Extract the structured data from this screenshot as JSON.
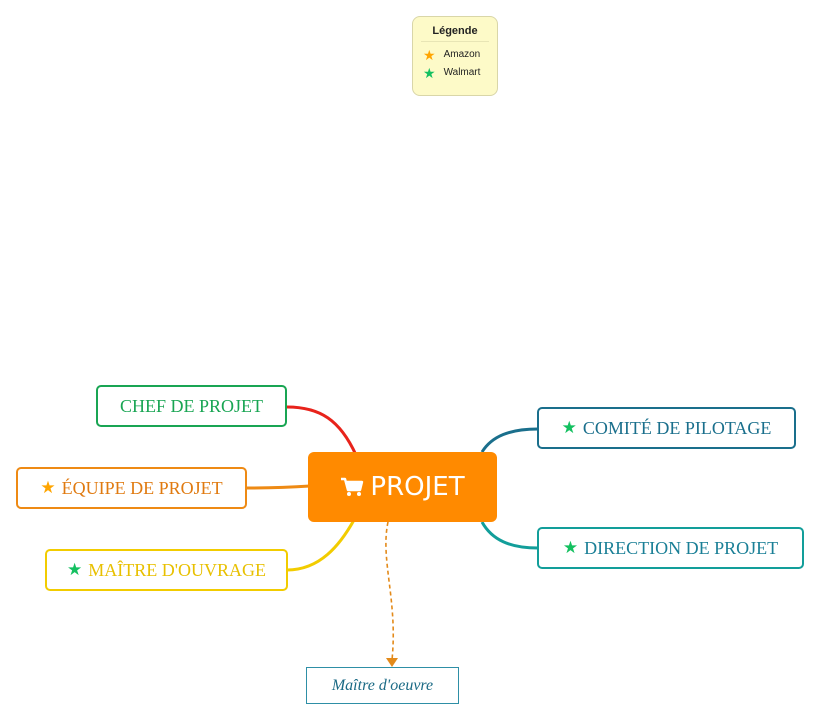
{
  "legend": {
    "title": "Légende",
    "items": [
      {
        "label": "Amazon",
        "color": "#ffa500",
        "icon": "star-icon"
      },
      {
        "label": "Walmart",
        "color": "#14c060",
        "icon": "star-icon"
      }
    ]
  },
  "center": {
    "label": "PROJET",
    "icon": "cart-icon",
    "color": "#ff8a00"
  },
  "topics": {
    "chef": {
      "label": "CHEF DE PROJET",
      "color": "#19a553"
    },
    "equipe": {
      "label": "ÉQUIPE DE PROJET",
      "color": "#ee8a14",
      "star_color": "#ffa500"
    },
    "maitre_ouvrage": {
      "label": "MAÎTRE D'OUVRAGE",
      "color": "#f2cc00",
      "star_color": "#14c060"
    },
    "comite": {
      "label": "COMITÉ DE PILOTAGE",
      "color": "#1a6f8c",
      "star_color": "#14c060"
    },
    "direction": {
      "label": "DIRECTION DE PROJET",
      "color": "#129e9a",
      "star_color": "#14c060"
    }
  },
  "subtopic": {
    "label": "Maître d'oeuvre"
  }
}
